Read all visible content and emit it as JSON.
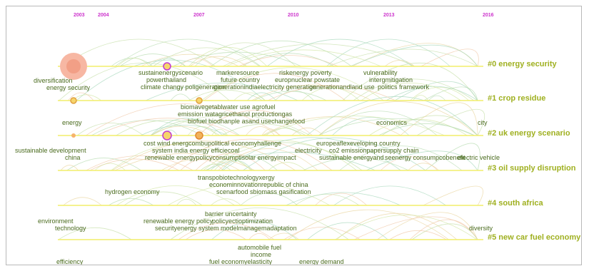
{
  "years": [
    "2003",
    "2004",
    "2007",
    "2010",
    "2013",
    "2016"
  ],
  "clusters": [
    "#0 energy security",
    "#1 crop residue",
    "#2 uk energy scenario",
    "#3 oil supply disruption",
    "#4 south africa",
    "#5 new car fuel economy"
  ],
  "terms": {
    "t1": "diversification",
    "t2": "energy security",
    "t3": "sustainenergyscenario",
    "t4": "powerthailand",
    "t5": "climate changy poligeneration",
    "t6": "markeresource",
    "t7": "future country",
    "t8": "generationindiaelectricity generation",
    "t9": "riskenergy poverty",
    "t10": "europnuclear powstate",
    "t11": "generationandland use",
    "t12": "vulnerability",
    "t13": "intergmitigation",
    "t14": "politics framework",
    "t15": "biomavegetablwater use agrofuel",
    "t16": "emission watagricethanol productiongas",
    "t17": "biofuel biodhanple asand usechangefood",
    "t18": "energy",
    "t19": "economics",
    "t20": "city",
    "t21": "sustainable development",
    "t22": "china",
    "t23": "cost wind energcombupolitical economyhallenge",
    "t24": "system india energy efficiecoal",
    "t25": "renewable energypolicyconsumptisolar energyimpact",
    "t26": "electricity",
    "t27": "europeaflexeveloping country",
    "t28": "co2 emissionpapersupply chain",
    "t29": "sustainable energyand",
    "t30": "seenergy consumpcobenefit",
    "t31": "electric vehicle",
    "t32": "transpobiotechnologyxergy",
    "t33": "econominnovationrepublic of china",
    "t34": "scenarfood sbiomass gasification",
    "t35": "hydrogen economy",
    "t36": "environment",
    "t37": "technology",
    "t38": "renewable energy policy",
    "t39": "securityenergy system",
    "t40": "barrier uncertainty",
    "t41": "policyectioptimization",
    "t42": "modelmanagemadaptation",
    "t43": "diversity",
    "t44": "automobile fuel",
    "t45": "income",
    "t46": "efficiency",
    "t47": "fuel economyelasticity",
    "t48": "energy demand"
  }
}
